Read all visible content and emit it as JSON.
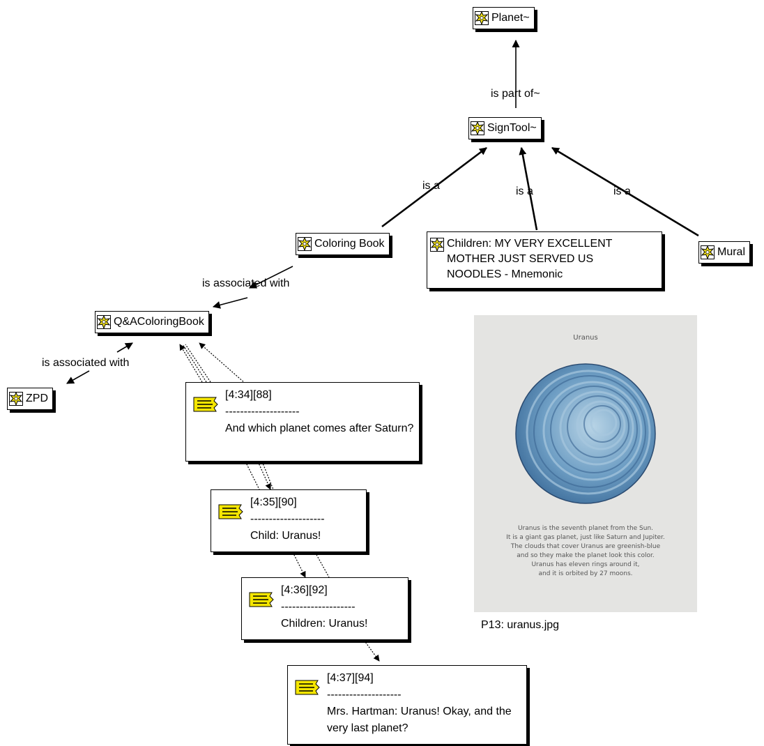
{
  "codes": {
    "planet": "Planet~",
    "signtool": "SignTool~",
    "coloring_book": "Coloring Book",
    "children_mnemonic": [
      "Children:  MY VERY EXCELLENT",
      "MOTHER JUST SERVED US",
      "NOODLES - Mnemonic"
    ],
    "mural": "Mural",
    "qa_coloring_book": "Q&AColoringBook",
    "zpd": "ZPD"
  },
  "relations": {
    "is_part_of": "is part of~",
    "is_a_1": "is a",
    "is_a_2": "is a",
    "is_a_3": "is a",
    "is_associated_with_1": "is associated with",
    "is_associated_with_2": "is associated with"
  },
  "quotations": [
    {
      "ref": "[4:34][88]",
      "sep": "--------------------",
      "text": "And which planet comes after Saturn?"
    },
    {
      "ref": "[4:35][90]",
      "sep": "--------------------",
      "text": "Child:  Uranus!"
    },
    {
      "ref": "[4:36][92]",
      "sep": "--------------------",
      "text": "Children:  Uranus!"
    },
    {
      "ref": "[4:37][94]",
      "sep": "--------------------",
      "text": "Mrs. Hartman:  Uranus!  Okay, and the very last planet?"
    }
  ],
  "image": {
    "caption": "P13: uranus.jpg",
    "title": "Uranus",
    "body": [
      "Uranus is the seventh planet from the Sun.",
      "It is a giant gas planet, just like Saturn and Jupiter.",
      "The clouds that cover Uranus are greenish-blue",
      "and so they make the planet look this color.",
      "Uranus has eleven rings around it,",
      "and it is orbited by 27 moons."
    ]
  },
  "colors": {
    "code_icon": "#f2e21a",
    "memo_icon": "#f5e600",
    "planet_light": "#a8c8df",
    "planet_dark": "#3f6f9c"
  },
  "icons": {
    "code": "code-icon",
    "quotation": "quotation-icon"
  }
}
